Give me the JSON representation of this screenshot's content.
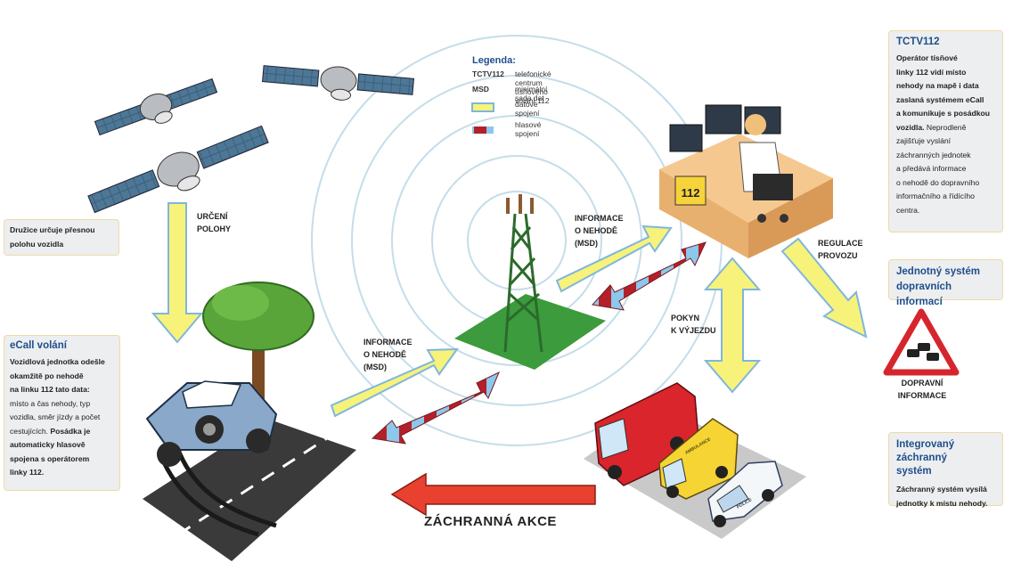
{
  "legend": {
    "title": "Legenda:",
    "tctv_key": "TCTV112",
    "tctv_text": "telefonické centrum tísňového volání 112",
    "msd_key": "MSD",
    "msd_text": "minimální sada dat",
    "data_text": "datové spojení",
    "voice_text": "hlasové spojení"
  },
  "satellite_box": {
    "line1": "Družice určuje přesnou",
    "line2": "polohu vozidla"
  },
  "ecall_box": {
    "title": "eCall volání",
    "l1": "Vozidlová jednotka odešle",
    "l2": "okamžitě po nehodě",
    "l3": "na linku 112 tato data:",
    "l4": "místo a čas nehody, typ",
    "l5": "vozidla, směr jízdy a počet",
    "l6a": "cestujících.",
    "l6b": "Posádka je",
    "l7": "automaticky hlasově",
    "l8": "spojena s operátorem",
    "l9": "linky 112."
  },
  "tctv_box": {
    "title": "TCTV112",
    "l1": "Operátor tísňové",
    "l2": "linky 112 vidí místo",
    "l3": "nehody na mapě i data",
    "l4": "zaslaná systémem eCall",
    "l5": "a komunikuje s posádkou",
    "l6a": "vozidla.",
    "l6b": "Neprodleně",
    "l7": "zajišťuje vyslání",
    "l8": "záchranných jednotek",
    "l9": "a předává informace",
    "l10": "o nehodě do dopravního",
    "l11": "informačního a řídícího",
    "l12": "centra."
  },
  "jsdi_box": {
    "l1": "Jednotný systém",
    "l2": "dopravních informací"
  },
  "izs_box": {
    "title1": "Integrovaný záchranný",
    "title2": "systém",
    "l1": "Záchranný systém vysílá",
    "l2": "jednotky k místu nehody."
  },
  "labels": {
    "urceni1": "URČENÍ",
    "urceni2": "POLOHY",
    "info_left1": "INFORMACE",
    "info_left2": "O NEHODĚ",
    "info_left3": "(MSD)",
    "info_right1": "INFORMACE",
    "info_right2": "O NEHODĚ",
    "info_right3": "(MSD)",
    "regulace1": "REGULACE",
    "regulace2": "PROVOZU",
    "pokyn1": "POKYN",
    "pokyn2": "K VÝJEZDU",
    "dopravni1": "DOPRAVNÍ",
    "dopravni2": "INFORMACE",
    "zachranna": "ZÁCHRANNÁ AKCE",
    "desk_number": "112",
    "police_text": "POLICE",
    "ambulance_text": "AMBULANCE"
  },
  "colors": {
    "accent_blue": "#1f4e8c",
    "data_arrow": "#f7f27a",
    "data_arrow_outline": "#7fb6dd",
    "voice_red": "#b3202a",
    "voice_blue": "#8cc8ec",
    "rescue_arrow": "#e8412f",
    "pad_green": "#3c9b3c",
    "box_bg": "#eceeef",
    "box_border": "#f0d9a8"
  }
}
